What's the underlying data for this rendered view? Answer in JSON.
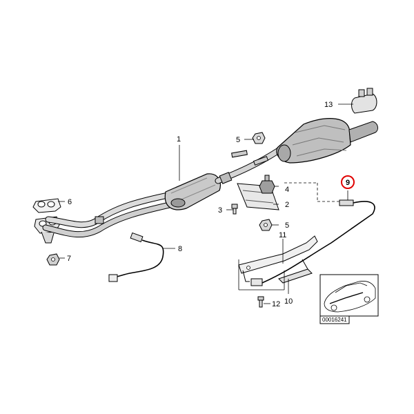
{
  "diagram": {
    "labels": {
      "p1": "1",
      "p2": "2",
      "p3": "3",
      "p4": "4",
      "p5a": "5",
      "p5b": "5",
      "p6": "6",
      "p7": "7",
      "p8": "8",
      "p9": "9",
      "p10": "10",
      "p11": "11",
      "p12": "12",
      "p13": "13"
    },
    "highlighted_part": "9",
    "highlight_color": "#e00000",
    "inset_caption": "00016241"
  }
}
